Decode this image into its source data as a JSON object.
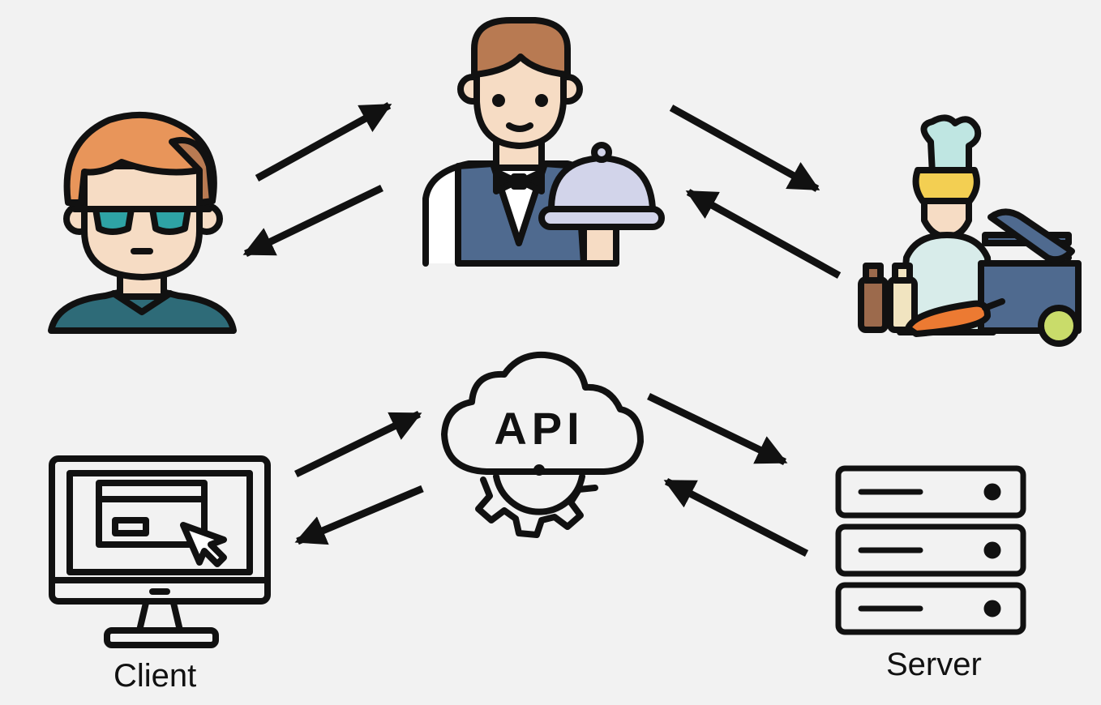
{
  "labels": {
    "client": "Client",
    "server": "Server",
    "api": "API"
  },
  "icons": {
    "customer": "customer-with-sunglasses-icon",
    "waiter": "waiter-with-cloche-icon",
    "chef": "chef-cooking-icon",
    "client": "desktop-computer-icon",
    "api": "api-cloud-gear-icon",
    "server": "server-rack-icon"
  },
  "colors": {
    "background": "#f2f2f2",
    "outline": "#111111",
    "hair_orange": "#e8955a",
    "hair_brown": "#b87a52",
    "skin": "#f6dcc4",
    "shirt_teal": "#2e6b78",
    "vest_blue": "#4f6a8f",
    "cloche": "#d2d4ea",
    "chef_hat": "#bfe6e2",
    "chef_hair": "#f3cf52",
    "carrot": "#ec7a32",
    "pot": "#4f6a8f"
  }
}
